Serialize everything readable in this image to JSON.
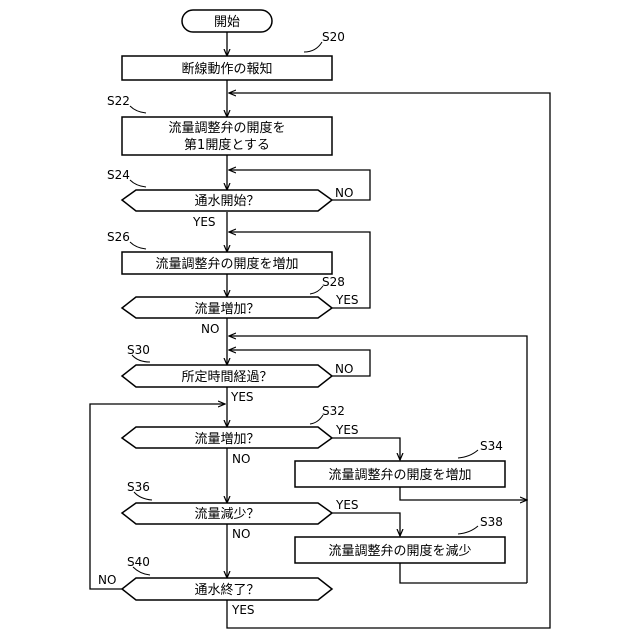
{
  "flowchart": {
    "start": "開始",
    "steps": {
      "s20": {
        "ref": "S20",
        "text": "断線動作の報知"
      },
      "s22": {
        "ref": "S22",
        "line1": "流量調整弁の開度を",
        "line2": "第1開度とする"
      },
      "s24": {
        "ref": "S24",
        "text": "通水開始？",
        "no": "NO",
        "yes": "YES"
      },
      "s26": {
        "ref": "S26",
        "text": "流量調整弁の開度を増加"
      },
      "s28": {
        "ref": "S28",
        "text": "流量増加？",
        "no": "NO",
        "yes": "YES"
      },
      "s30": {
        "ref": "S30",
        "text": "所定時間経過？",
        "no": "NO",
        "yes": "YES"
      },
      "s32": {
        "ref": "S32",
        "text": "流量増加？",
        "no": "NO",
        "yes": "YES"
      },
      "s34": {
        "ref": "S34",
        "text": "流量調整弁の開度を増加"
      },
      "s36": {
        "ref": "S36",
        "text": "流量減少？",
        "no": "NO",
        "yes": "YES"
      },
      "s38": {
        "ref": "S38",
        "text": "流量調整弁の開度を減少"
      },
      "s40": {
        "ref": "S40",
        "text": "通水終了？",
        "no": "NO",
        "yes": "YES"
      }
    }
  }
}
